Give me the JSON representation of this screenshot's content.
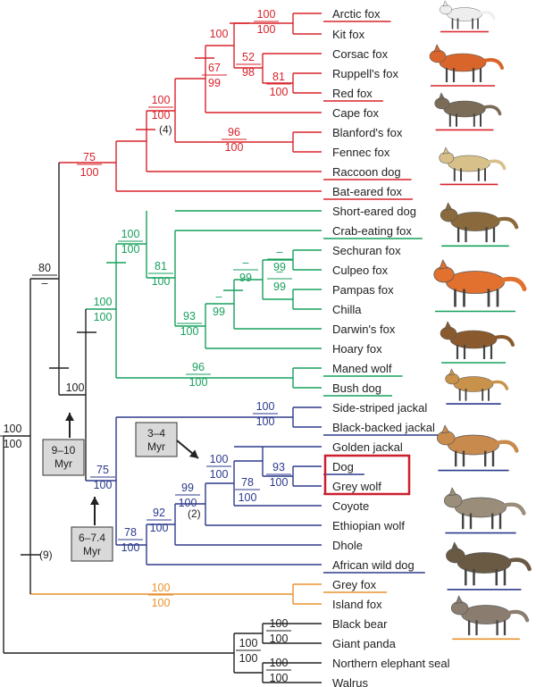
{
  "colors": {
    "fox": "#d8232a",
    "south": "#17a05d",
    "wolf": "#2d3a8c",
    "grey": "#e8922e",
    "black": "#222222",
    "highlight": "#cc1f2d",
    "box_fill": "#d9d9d9"
  },
  "taxa": [
    {
      "name": "Arctic fox",
      "underline": true,
      "ul_color": "fox"
    },
    {
      "name": "Kit fox",
      "underline": false
    },
    {
      "name": "Corsac fox",
      "underline": false
    },
    {
      "name": "Ruppell's fox",
      "underline": false
    },
    {
      "name": "Red fox",
      "underline": true,
      "ul_color": "fox"
    },
    {
      "name": "Cape fox",
      "underline": false
    },
    {
      "name": "Blanford's fox",
      "underline": false
    },
    {
      "name": "Fennec fox",
      "underline": false
    },
    {
      "name": "Raccoon dog",
      "underline": true,
      "ul_color": "fox"
    },
    {
      "name": "Bat-eared fox",
      "underline": true,
      "ul_color": "fox"
    },
    {
      "name": "Short-eared dog",
      "underline": false
    },
    {
      "name": "Crab-eating fox",
      "underline": true,
      "ul_color": "south"
    },
    {
      "name": "Sechuran fox",
      "underline": false
    },
    {
      "name": "Culpeo fox",
      "underline": false
    },
    {
      "name": "Pampas fox",
      "underline": false
    },
    {
      "name": "Chilla",
      "underline": false
    },
    {
      "name": "Darwin's fox",
      "underline": false
    },
    {
      "name": "Hoary fox",
      "underline": false
    },
    {
      "name": "Maned wolf",
      "underline": true,
      "ul_color": "south"
    },
    {
      "name": "Bush dog",
      "underline": true,
      "ul_color": "south"
    },
    {
      "name": "Side-striped jackal",
      "underline": false
    },
    {
      "name": "Black-backed jackal",
      "underline": true,
      "ul_color": "wolf"
    },
    {
      "name": "Golden jackal",
      "underline": false
    },
    {
      "name": "Dog",
      "underline": true,
      "ul_color": "wolf"
    },
    {
      "name": "Grey wolf",
      "underline": true,
      "ul_color": "wolf"
    },
    {
      "name": "Coyote",
      "underline": false
    },
    {
      "name": "Ethiopian wolf",
      "underline": false
    },
    {
      "name": "Dhole",
      "underline": false
    },
    {
      "name": "African wild dog",
      "underline": true,
      "ul_color": "wolf"
    },
    {
      "name": "Grey fox",
      "underline": true,
      "ul_color": "grey"
    },
    {
      "name": "Island fox",
      "underline": false
    },
    {
      "name": "Black bear",
      "underline": false
    },
    {
      "name": "Giant panda",
      "underline": false
    },
    {
      "name": "Northern elephant seal",
      "underline": false
    },
    {
      "name": "Walrus",
      "underline": false
    }
  ],
  "support_labels": [
    {
      "top": "100",
      "bottom": "100",
      "color": "fox"
    },
    {
      "top": "100",
      "bottom": "",
      "color": "fox"
    },
    {
      "top": "52",
      "bottom": "98",
      "color": "fox"
    },
    {
      "top": "81",
      "bottom": "100",
      "color": "fox"
    },
    {
      "top": "67",
      "bottom": "99",
      "color": "fox"
    },
    {
      "top": "100",
      "bottom": "100",
      "color": "fox"
    },
    {
      "top": "96",
      "bottom": "100",
      "color": "fox"
    },
    {
      "top": "75",
      "bottom": "100",
      "color": "fox"
    },
    {
      "top": "100",
      "bottom": "100",
      "color": "south"
    },
    {
      "top": "81",
      "bottom": "100",
      "color": "south"
    },
    {
      "top": "–",
      "bottom": "99",
      "color": "south"
    },
    {
      "top": "–",
      "bottom": "99",
      "color": "south"
    },
    {
      "top": "–",
      "bottom": "99",
      "color": "south"
    },
    {
      "top": "–",
      "bottom": "99",
      "color": "south"
    },
    {
      "top": "93",
      "bottom": "100",
      "color": "south"
    },
    {
      "top": "100",
      "bottom": "100",
      "color": "south"
    },
    {
      "top": "96",
      "bottom": "100",
      "color": "south"
    },
    {
      "top": "100",
      "bottom": "100",
      "color": "wolf"
    },
    {
      "top": "100",
      "bottom": "100",
      "color": "wolf"
    },
    {
      "top": "93",
      "bottom": "100",
      "color": "wolf"
    },
    {
      "top": "78",
      "bottom": "100",
      "color": "wolf"
    },
    {
      "top": "99",
      "bottom": "100",
      "color": "wolf"
    },
    {
      "top": "92",
      "bottom": "100",
      "color": "wolf"
    },
    {
      "top": "78",
      "bottom": "100",
      "color": "wolf"
    },
    {
      "top": "75",
      "bottom": "100",
      "color": "wolf"
    },
    {
      "top": "100",
      "bottom": "100",
      "color": "grey"
    },
    {
      "top": "80",
      "bottom": "–",
      "color": "black"
    },
    {
      "top": "100",
      "bottom": "",
      "color": "black"
    },
    {
      "top": "100",
      "bottom": "100",
      "color": "black"
    },
    {
      "top": "100",
      "bottom": "100",
      "color": "black"
    },
    {
      "top": "100",
      "bottom": "100",
      "color": "black"
    },
    {
      "top": "100",
      "bottom": "100",
      "color": "black"
    }
  ],
  "notes": [
    "(4)",
    "(2)",
    "(9)"
  ],
  "date_boxes": [
    {
      "line1": "9–10",
      "line2": "Myr"
    },
    {
      "line1": "3–4",
      "line2": "Myr"
    },
    {
      "line1": "6–7.4",
      "line2": "Myr"
    }
  ],
  "animals": [
    {
      "name": "arctic-fox",
      "body": "#eeeeee",
      "ul": "fox"
    },
    {
      "name": "red-fox",
      "body": "#d9652a",
      "ul": "fox"
    },
    {
      "name": "raccoon-dog",
      "body": "#7b6c58",
      "ul": "fox"
    },
    {
      "name": "bat-eared-fox",
      "body": "#d8c08a",
      "ul": "fox"
    },
    {
      "name": "crab-eating-fox",
      "body": "#8a6a3c",
      "ul": "south"
    },
    {
      "name": "maned-wolf",
      "body": "#e2702e",
      "ul": "south"
    },
    {
      "name": "bush-dog",
      "body": "#8a5a2e",
      "ul": "south"
    },
    {
      "name": "black-backed-jackal",
      "body": "#c8924a",
      "ul": "wolf"
    },
    {
      "name": "dog",
      "body": "#c98a4e",
      "ul": "wolf"
    },
    {
      "name": "grey-wolf",
      "body": "#9a8d7a",
      "ul": "wolf"
    },
    {
      "name": "african-wild-dog",
      "body": "#6a5a44",
      "ul": "wolf"
    },
    {
      "name": "grey-fox",
      "body": "#8a7d70",
      "ul": "grey"
    }
  ]
}
